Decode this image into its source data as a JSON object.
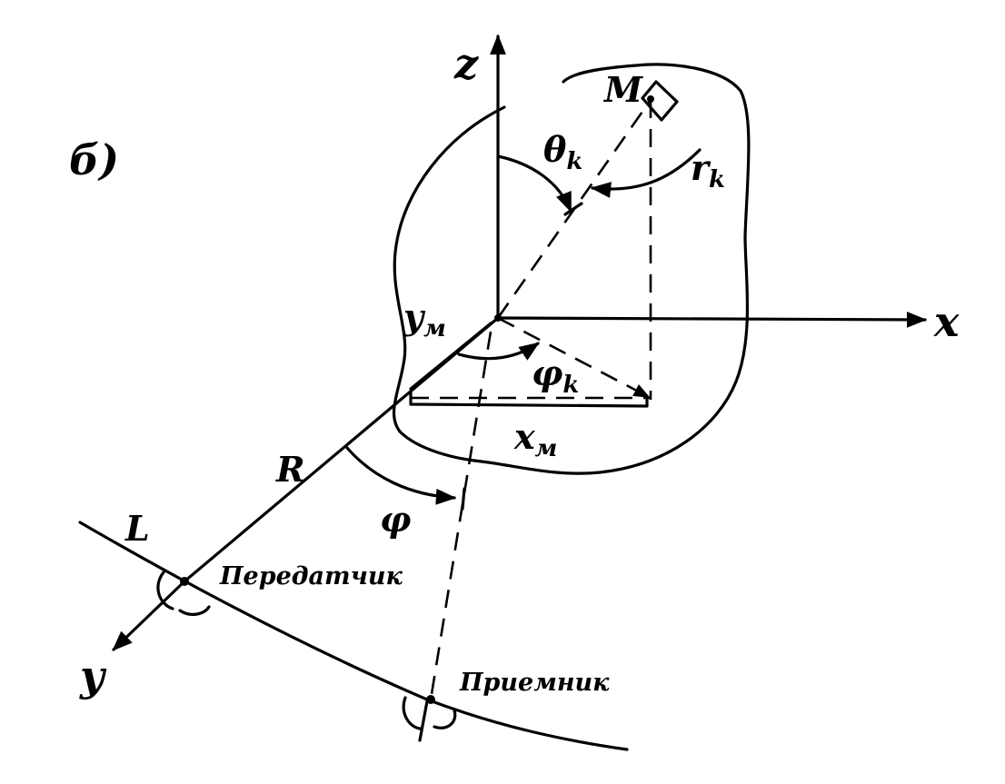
{
  "panel_label": "б)",
  "axes": {
    "z": "z",
    "x": "x",
    "y": "y"
  },
  "point": {
    "name": "M"
  },
  "labels": {
    "theta_k": {
      "main": "θ",
      "sub": "k"
    },
    "r_k": {
      "main": "r",
      "sub": "k"
    },
    "y_m": {
      "main": "y",
      "sub": "м"
    },
    "phi_k": {
      "main": "φ",
      "sub": "k"
    },
    "x_m": {
      "main": "x",
      "sub": "м"
    },
    "R": "R",
    "phi": "φ",
    "L": "L"
  },
  "devices": {
    "transmitter": "Передатчик",
    "receiver": "Приемник"
  }
}
